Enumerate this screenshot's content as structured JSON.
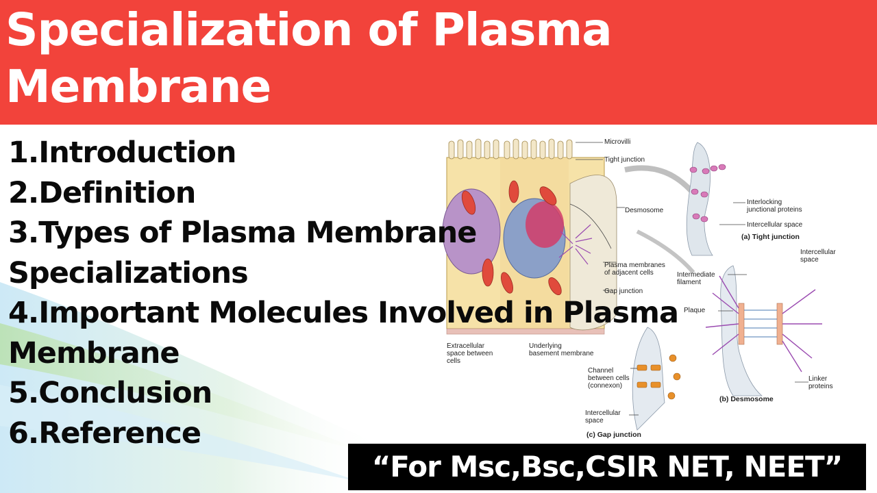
{
  "title": "Specialization of Plasma Membrane",
  "topics": [
    "1.Introduction",
    "2.Definition",
    "3.Types of Plasma Membrane Specializations",
    "4.Important Molecules Involved in Plasma Membrane",
    "5.Conclusion",
    "6.Reference"
  ],
  "banner": "“For Msc,Bsc,CSIR NET, NEET”",
  "diagram_labels": {
    "microvilli": "Microvilli",
    "tight_junction": "Tight junction",
    "desmosome": "Desmosome",
    "plasma_membranes": [
      "Plasma membranes",
      "of adjacent cells"
    ],
    "gap_junction": "Gap junction",
    "extracellular_space": [
      "Extracellular",
      "space between",
      "cells"
    ],
    "basement_membrane": [
      "Underlying",
      "basement membrane"
    ],
    "interlocking": [
      "Interlocking",
      "junctional proteins"
    ],
    "intercellular_space_a": "Intercellular space",
    "caption_a": "(a) Tight junction",
    "intercellular_space_b": [
      "Intercellular",
      "space"
    ],
    "intermediate_filament": [
      "Intermediate",
      "filament"
    ],
    "plaque": "Plaque",
    "linker": [
      "Linker",
      "proteins"
    ],
    "caption_b": "(b) Desmosome",
    "channel": [
      "Channel",
      "between cells",
      "(connexon)"
    ],
    "intercellular_space_c": [
      "Intercellular",
      "space"
    ],
    "caption_c": "(c) Gap junction"
  }
}
